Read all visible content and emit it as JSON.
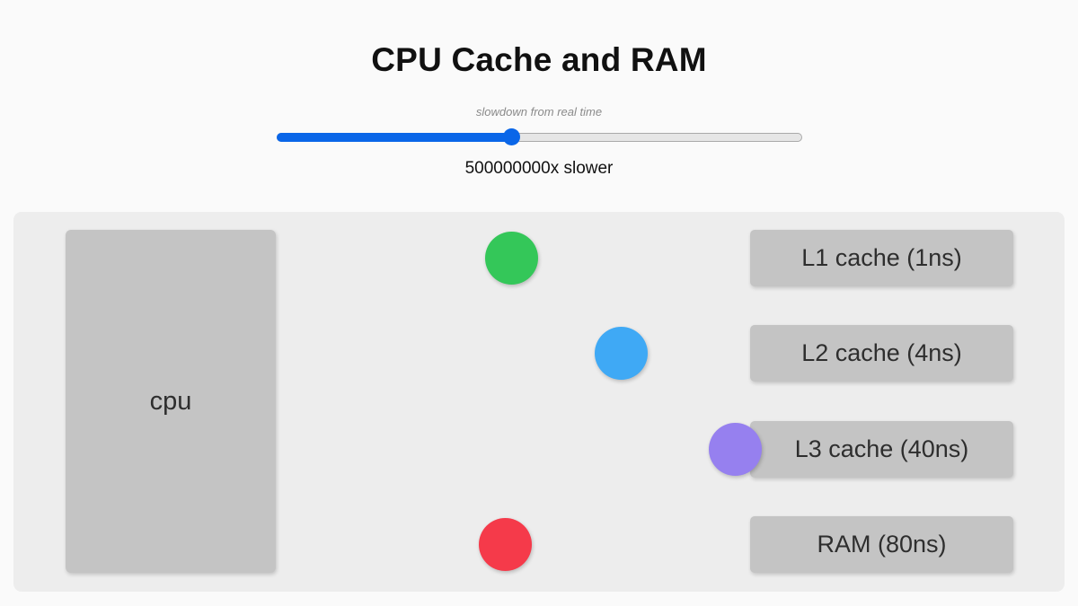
{
  "page": {
    "title": "CPU Cache and RAM"
  },
  "slider": {
    "caption": "slowdown from real time",
    "readout": "500000000x slower",
    "fraction": 0.447,
    "accent_color": "#0a66e8"
  },
  "diagram": {
    "cpu_label": "cpu",
    "memories": [
      {
        "label": "L1 cache (1ns)",
        "dot_color": "#34c759"
      },
      {
        "label": "L2 cache (4ns)",
        "dot_color": "#3fa9f5"
      },
      {
        "label": "L3 cache (40ns)",
        "dot_color": "#9680ef"
      },
      {
        "label": "RAM (80ns)",
        "dot_color": "#f53a4a"
      }
    ]
  }
}
